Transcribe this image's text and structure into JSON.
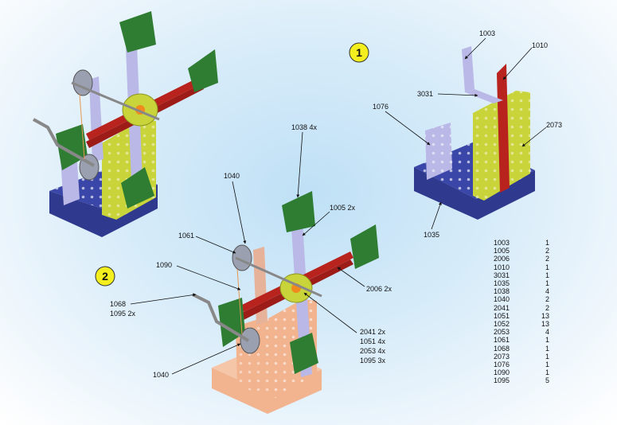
{
  "steps": [
    {
      "number": "1"
    },
    {
      "number": "2"
    }
  ],
  "step1_labels": {
    "l1003": "1003",
    "l1010": "1010",
    "l3031": "3031",
    "l1076": "1076",
    "l2073": "2073",
    "l1035": "1035"
  },
  "step2_labels": {
    "l1038": "1038 4x",
    "l1040_top": "1040",
    "l1005": "1005 2x",
    "l1061": "1061",
    "l1090": "1090",
    "l2006": "2006 2x",
    "l1068": "1068",
    "l1095": "1095 2x",
    "l2041": "2041 2x",
    "l1051": "1051 4x",
    "l2053": "2053 4x",
    "l1095b": "1095 3x",
    "l1040_bottom": "1040"
  },
  "parts_list": [
    {
      "part": "1003",
      "qty": "1"
    },
    {
      "part": "1005",
      "qty": "2"
    },
    {
      "part": "2006",
      "qty": "2"
    },
    {
      "part": "1010",
      "qty": "1"
    },
    {
      "part": "3031",
      "qty": "1"
    },
    {
      "part": "1035",
      "qty": "1"
    },
    {
      "part": "1038",
      "qty": "4"
    },
    {
      "part": "1040",
      "qty": "2"
    },
    {
      "part": "2041",
      "qty": "2"
    },
    {
      "part": "1051",
      "qty": "13"
    },
    {
      "part": "1052",
      "qty": "13"
    },
    {
      "part": "2053",
      "qty": "4"
    },
    {
      "part": "1061",
      "qty": "1"
    },
    {
      "part": "1068",
      "qty": "1"
    },
    {
      "part": "2073",
      "qty": "1"
    },
    {
      "part": "1076",
      "qty": "1"
    },
    {
      "part": "1090",
      "qty": "1"
    },
    {
      "part": "1095",
      "qty": "5"
    }
  ],
  "colors": {
    "base_blue": "#2f3a8f",
    "plate_yellow": "#c9d43a",
    "strip_red": "#b8231e",
    "flange_green": "#2e7d32",
    "strip_lavender": "#b9b8e6",
    "base_peach": "#f2b38f",
    "badge_yellow": "#f3ee1e"
  }
}
